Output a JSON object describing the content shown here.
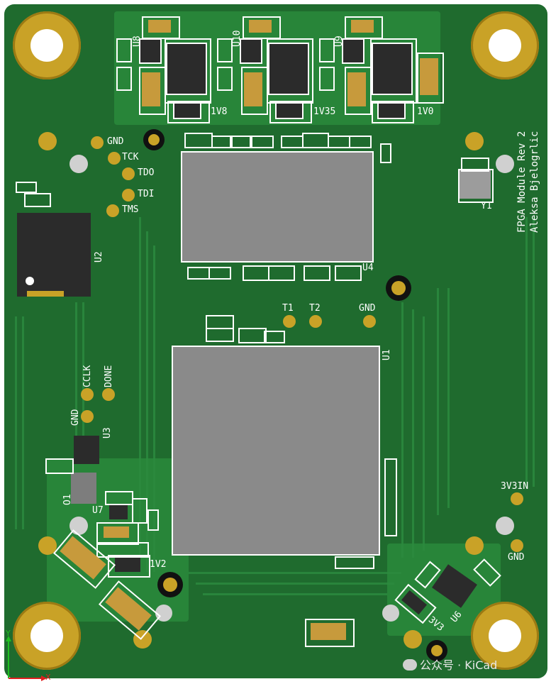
{
  "board": {
    "title_line1": "FPGA Module Rev 2",
    "title_line2": "Aleksa Bjelogrlic",
    "colors": {
      "board": "#1f6b2e",
      "copper": "#c9a227",
      "silk": "#ffffff",
      "chip": "#8a8a8a"
    }
  },
  "refs": {
    "u1": "U1",
    "u2": "U2",
    "u3": "U3",
    "u4": "U4",
    "u6": "U6",
    "u7": "U7",
    "u8": "U8",
    "u9": "U9",
    "u10": "U10",
    "y1": "Y1",
    "o1": "O1"
  },
  "rails": {
    "r1v8": "1V8",
    "r1v35": "1V35",
    "r1v0": "1V0",
    "r1v2": "1V2",
    "r3v3": "3V3",
    "r3v3in": "3V3IN"
  },
  "testpoints": {
    "gnd_top": "GND",
    "tck": "TCK",
    "tdo": "TDO",
    "tdi": "TDI",
    "tms": "TMS",
    "t1": "T1",
    "t2": "T2",
    "gnd_mid": "GND",
    "cclk": "CCLK",
    "done": "DONE",
    "gnd_left": "GND",
    "gnd_right": "GND"
  },
  "watermark": {
    "text": "公众号 · KiCad",
    "icon": "wechat-icon"
  },
  "axis": {
    "x_color": "#e02020",
    "y_color": "#20c020",
    "x_label": "X",
    "y_label": "Y"
  }
}
